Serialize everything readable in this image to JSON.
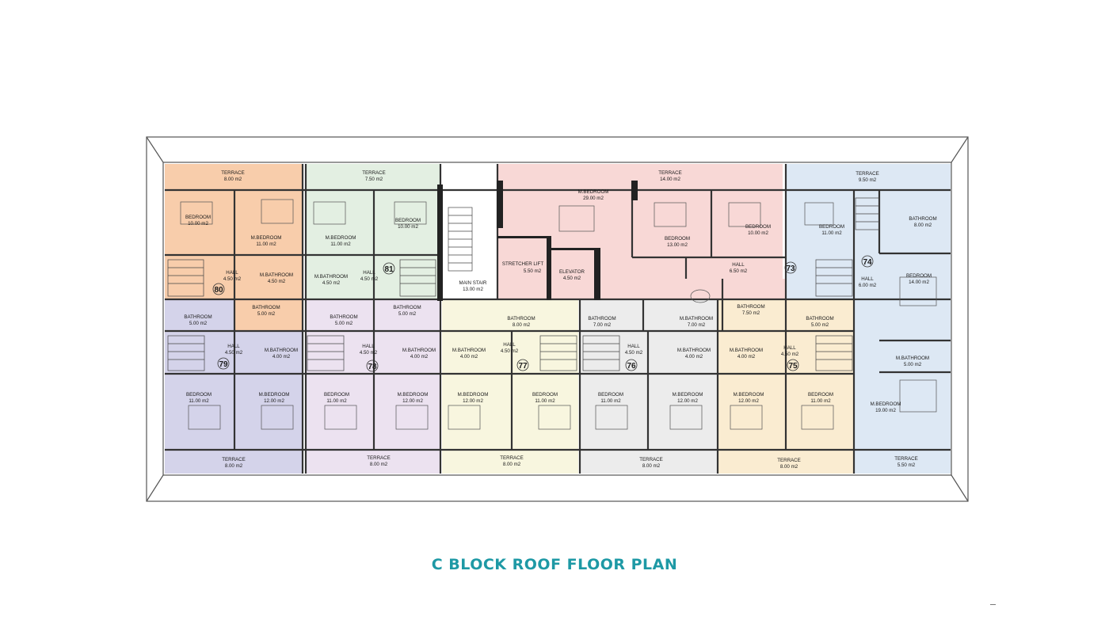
{
  "title": "C BLOCK ROOF FLOOR PLAN",
  "colors": {
    "title": "#1e99a5",
    "orange": "#f8cdab",
    "green": "#e3efe2",
    "pink": "#f8d8d6",
    "blue": "#dde8f4",
    "purple": "#d4d3ea",
    "lavender": "#ece2f0",
    "cream": "#f8f6df",
    "grey": "#ececec",
    "peach": "#faecd1",
    "wall": "#333333"
  },
  "units": [
    {
      "id": "80-top",
      "text": "TERRACE",
      "sub": "8.00 m2"
    },
    {
      "id": "81-top",
      "text": "TERRACE",
      "sub": "7.50 m2"
    },
    {
      "id": "73-top",
      "text": "TERRACE",
      "sub": "14.00 m2"
    },
    {
      "id": "74-top",
      "text": "TERRACE",
      "sub": "9.50 m2"
    }
  ],
  "rooms": [
    {
      "name": "BEDROOM",
      "area": "10.00 m2"
    },
    {
      "name": "M.BEDROOM",
      "area": "11.00 m2"
    },
    {
      "name": "M.BEDROOM",
      "area": "11.00 m2"
    },
    {
      "name": "BEDROOM",
      "area": "10.00 m2"
    },
    {
      "name": "M.BEDROOM",
      "area": "29.00 m2"
    },
    {
      "name": "BEDROOM",
      "area": "13.00 m2"
    },
    {
      "name": "BEDROOM",
      "area": "10.00 m2"
    },
    {
      "name": "BEDROOM",
      "area": "11.00 m2"
    },
    {
      "name": "BATHROOM",
      "area": "8.00 m2"
    },
    {
      "name": "HALL",
      "area": "4.50 m2"
    },
    {
      "name": "M.BATHROOM",
      "area": "4.50 m2"
    },
    {
      "name": "M.BATHROOM",
      "area": "4.50 m2"
    },
    {
      "name": "HALL",
      "area": "4.50 m2"
    },
    {
      "name": "STRETCHER LIFT",
      "area": "5.50 m2"
    },
    {
      "name": "ELEVATOR",
      "area": "4.50 m2"
    },
    {
      "name": "MAIN STAIR",
      "area": "13.00 m2"
    },
    {
      "name": "HALL",
      "area": "6.50 m2"
    },
    {
      "name": "HALL",
      "area": "6.00 m2"
    },
    {
      "name": "BEDROOM",
      "area": "14.00 m2"
    },
    {
      "name": "BATHROOM",
      "area": "5.00 m2"
    },
    {
      "name": "BATHROOM",
      "area": "5.00 m2"
    },
    {
      "name": "BATHROOM",
      "area": "5.00 m2"
    },
    {
      "name": "BATHROOM",
      "area": "5.00 m2"
    },
    {
      "name": "BATHROOM",
      "area": "8.00 m2"
    },
    {
      "name": "BATHROOM",
      "area": "7.00 m2"
    },
    {
      "name": "M.BATHROOM",
      "area": "7.00 m2"
    },
    {
      "name": "BATHROOM",
      "area": "7.50 m2"
    },
    {
      "name": "BATHROOM",
      "area": "5.00 m2"
    },
    {
      "name": "HALL",
      "area": "4.50 m2"
    },
    {
      "name": "M.BATHROOM",
      "area": "4.00 m2"
    },
    {
      "name": "HALL",
      "area": "4.50 m2"
    },
    {
      "name": "M.BATHROOM",
      "area": "4.00 m2"
    },
    {
      "name": "M.BATHROOM",
      "area": "4.00 m2"
    },
    {
      "name": "HALL",
      "area": "4.50 m2"
    },
    {
      "name": "HALL",
      "area": "4.50 m2"
    },
    {
      "name": "M.BATHROOM",
      "area": "4.00 m2"
    },
    {
      "name": "M.BATHROOM",
      "area": "4.00 m2"
    },
    {
      "name": "HALL",
      "area": "4.50 m2"
    },
    {
      "name": "M.BATHROOM",
      "area": "5.00 m2"
    },
    {
      "name": "BEDROOM",
      "area": "11.00 m2"
    },
    {
      "name": "M.BEDROOM",
      "area": "12.00 m2"
    },
    {
      "name": "BEDROOM",
      "area": "11.00 m2"
    },
    {
      "name": "M.BEDROOM",
      "area": "12.00 m2"
    },
    {
      "name": "M.BEDROOM",
      "area": "12.00 m2"
    },
    {
      "name": "BEDROOM",
      "area": "11.00 m2"
    },
    {
      "name": "BEDROOM",
      "area": "11.00 m2"
    },
    {
      "name": "M.BEDROOM",
      "area": "12.00 m2"
    },
    {
      "name": "M.BEDROOM",
      "area": "12.00 m2"
    },
    {
      "name": "BEDROOM",
      "area": "11.00 m2"
    },
    {
      "name": "M.BEDROOM",
      "area": "19.00 m2"
    },
    {
      "name": "TERRACE",
      "area": "8.00 m2"
    },
    {
      "name": "TERRACE",
      "area": "8.00 m2"
    },
    {
      "name": "TERRACE",
      "area": "8.00 m2"
    },
    {
      "name": "TERRACE",
      "area": "8.00 m2"
    },
    {
      "name": "TERRACE",
      "area": "8.00 m2"
    },
    {
      "name": "TERRACE",
      "area": "5.50 m2"
    }
  ],
  "unit_numbers": [
    "80",
    "81",
    "73",
    "74",
    "79",
    "78",
    "77",
    "76",
    "75"
  ]
}
